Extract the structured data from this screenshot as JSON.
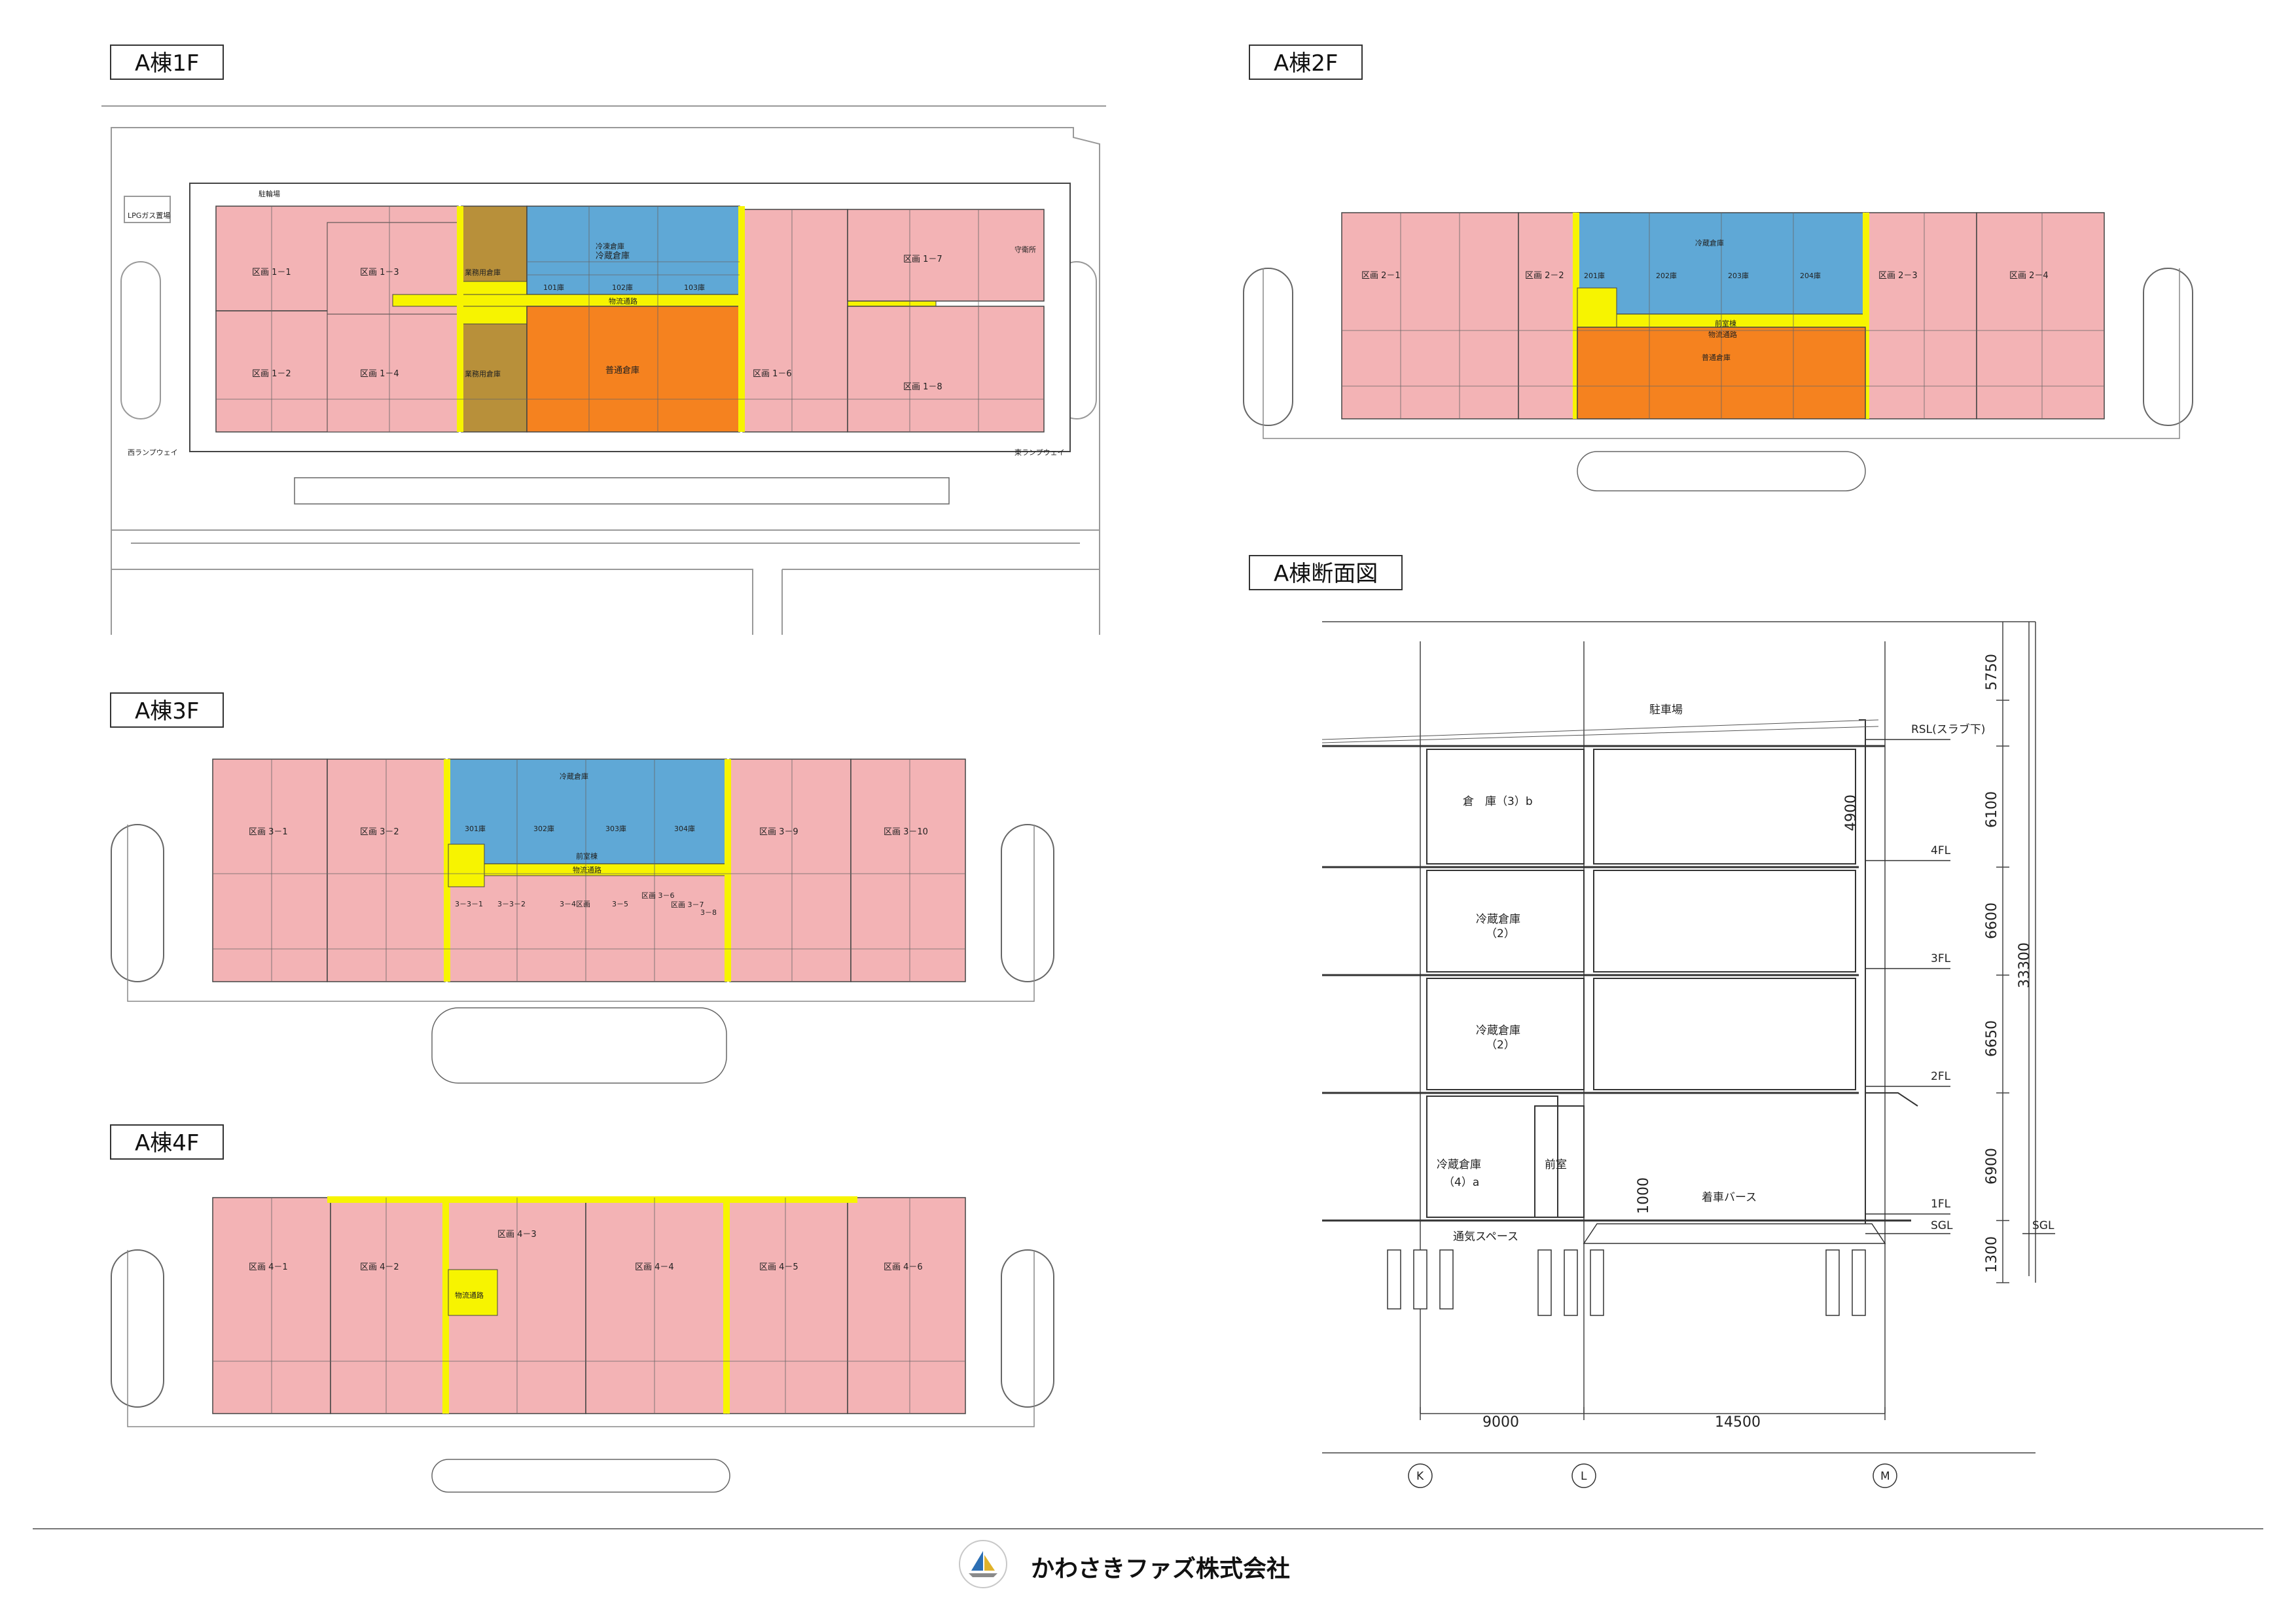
{
  "floors": {
    "f1": {
      "title": "A棟1F",
      "zones": {
        "z11": "区画 1－1",
        "z12": "区画 1－2",
        "z13": "区画 1－3",
        "z14": "区画 1－4",
        "z16": "区画 1－6",
        "z17": "区画 1－7",
        "z18": "区画 1－8",
        "fridge": "冷蔵倉庫",
        "freezer": "冷凍倉庫",
        "r101": "101庫",
        "r102": "102庫",
        "r103": "103庫",
        "general": "普通倉庫",
        "corridor": "物流通路",
        "office1": "業務用倉庫",
        "office2": "業務用倉庫"
      },
      "labels": {
        "bike": "駐輪場",
        "gas": "LPGガス置場",
        "ramp_w": "西ランプウェイ",
        "ramp_e": "東ランプウェイ",
        "entry": "守衛所"
      }
    },
    "f2": {
      "title": "A棟2F",
      "zones": {
        "z21": "区画 2－1",
        "z22": "区画 2－2",
        "z23": "区画 2－3",
        "z24": "区画 2－4",
        "fridge": "冷蔵倉庫",
        "freezer": "前室棟",
        "r201": "201庫",
        "r202": "202庫",
        "r203": "203庫",
        "r204": "204庫",
        "corridor": "物流通路",
        "general": "普通倉庫"
      }
    },
    "f3": {
      "title": "A棟3F",
      "zones": {
        "z31": "区画 3－1",
        "z32": "区画 3－2",
        "z39": "区画 3－9",
        "z310": "区画 3－10",
        "fridge": "冷蔵倉庫",
        "anteroom": "前室棟",
        "r301": "301庫",
        "r302": "302庫",
        "r303": "303庫",
        "r304": "304庫",
        "corridor": "物流通路",
        "s31": "3－3－1",
        "s32": "3－3－2",
        "s34": "3－4区画",
        "s35": "3－5",
        "s36": "区画 3－6",
        "s37": "区画 3－7",
        "s38": "3－8"
      }
    },
    "f4": {
      "title": "A棟4F",
      "zones": {
        "z41": "区画 4－1",
        "z42": "区画 4－2",
        "z43": "区画 4－3",
        "z44": "区画 4－4",
        "z45": "区画 4－5",
        "z46": "区画 4－6",
        "corridor": "物流通路"
      }
    }
  },
  "section": {
    "title": "A棟断面図",
    "rooms": {
      "parking": "駐車場",
      "storage3": "倉　庫（3）b",
      "cold2a": "冷蔵倉庫",
      "cold2a_sub": "（2）",
      "cold2b": "冷蔵倉庫",
      "cold2b_sub": "（2）",
      "cold4": "冷蔵倉庫",
      "cold4_sub": "（4）a",
      "anteroom": "前室",
      "berth": "着車バース",
      "vent": "通気スペース"
    },
    "levels": {
      "rsl": "RSL(スラブ下)",
      "fl4": "4FL",
      "fl3": "3FL",
      "fl2": "2FL",
      "fl1": "1FL",
      "sgl1": "SGL",
      "sgl2": "SGL"
    },
    "heights": {
      "h5750": "5750",
      "h6100": "6100",
      "h6600": "6600",
      "h6650": "6650",
      "h6900": "6900",
      "h1300": "1300",
      "total": "33300",
      "inner4900": "4900",
      "inner1000": "1000"
    },
    "spans": {
      "s9000": "9000",
      "s14500": "14500"
    },
    "axes": {
      "k": "K",
      "l": "L",
      "m": "M"
    }
  },
  "footer": {
    "company": "かわさきファズ株式会社"
  },
  "colors": {
    "general_block": "#f3b3b5",
    "fridge": "#5fa8d6",
    "general_warehouse": "#f5821f",
    "corridor": "#f7f400",
    "office": "#b8903a"
  }
}
